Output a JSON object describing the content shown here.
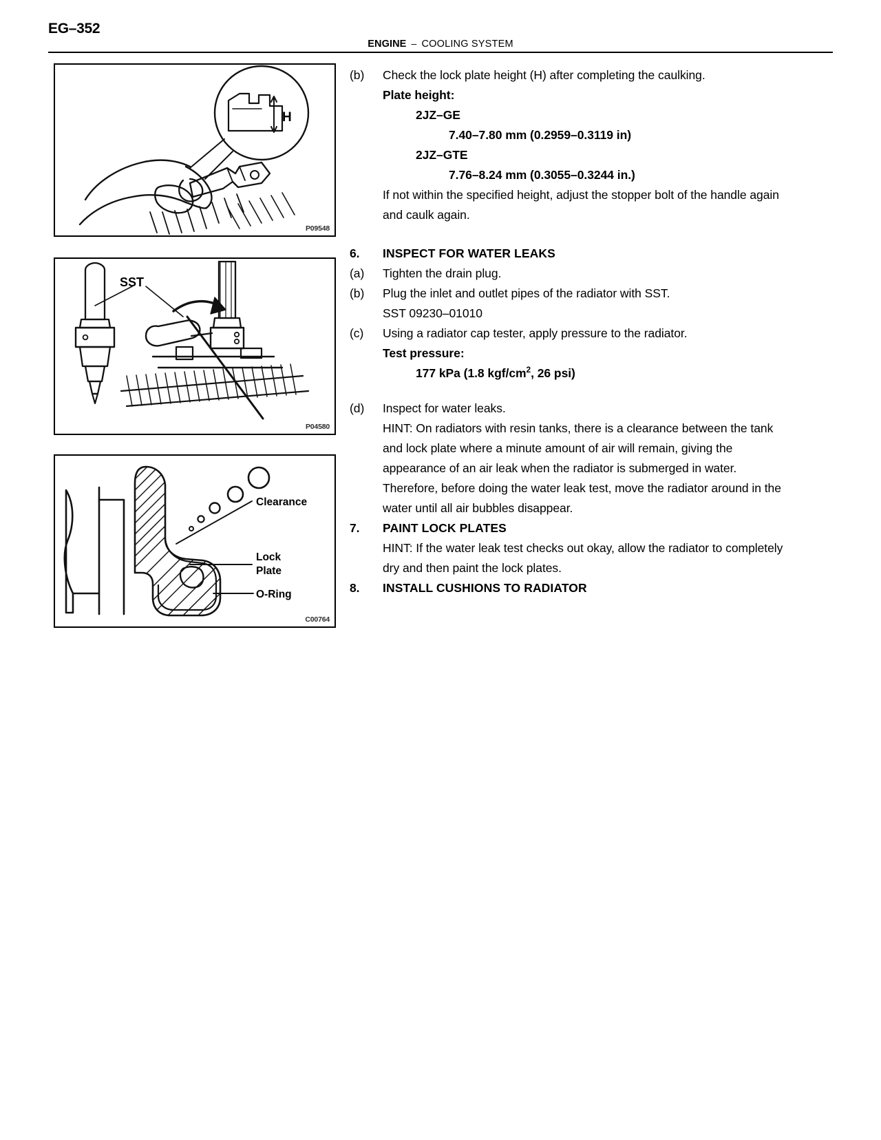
{
  "header": {
    "page_number": "EG–352",
    "section": "ENGINE",
    "dash": "–",
    "subsection": "COOLING SYSTEM"
  },
  "figures": [
    {
      "id": "fig-caulking-height",
      "code": "P09548",
      "labels": [
        {
          "text": "H",
          "name": "height-dimension-label"
        }
      ]
    },
    {
      "id": "fig-sst-plug",
      "code": "P04580",
      "labels": [
        {
          "text": "SST",
          "name": "sst-label"
        }
      ]
    },
    {
      "id": "fig-lock-plate-section",
      "code": "C00764",
      "labels": [
        {
          "text": "Clearance",
          "name": "clearance-label"
        },
        {
          "text": "Lock",
          "name": "lock-label"
        },
        {
          "text": "Plate",
          "name": "plate-label"
        },
        {
          "text": "O-Ring",
          "name": "o-ring-label"
        }
      ]
    }
  ],
  "content": {
    "step_b": {
      "marker": "(b)",
      "text": "Check the lock plate height (H) after completing the caulking.",
      "spec_title": "Plate height:",
      "engine_1": "2JZ–GE",
      "value_1": "7.40–7.80 mm (0.2959–0.3119 in)",
      "engine_2": "2JZ–GTE",
      "value_2": "7.76–8.24 mm (0.3055–0.3244 in.)",
      "followup": "If not within the specified height, adjust the stopper bolt of the handle again and caulk again."
    },
    "step_6": {
      "number": "6.",
      "title": "INSPECT FOR WATER LEAKS",
      "a": {
        "marker": "(a)",
        "text": "Tighten the drain plug."
      },
      "b": {
        "marker": "(b)",
        "text": "Plug the inlet and outlet pipes of the radiator with SST.",
        "sst": "SST 09230–01010"
      },
      "c": {
        "marker": "(c)",
        "text": "Using a radiator cap tester, apply pressure to the radiator.",
        "spec_title": "Test pressure:",
        "value_pre": "177 kPa (1.8 kgf/cm",
        "value_sup": "2",
        "value_post": ", 26 psi)"
      },
      "d": {
        "marker": "(d)",
        "text": "Inspect for water leaks.",
        "hint": "HINT: On radiators with resin tanks, there is a clearance between the tank and lock plate where a minute amount of air will remain, giving the appearance of an air leak when the radiator is submerged in water. Therefore, before doing the water leak test, move the radiator around in the water until all air bubbles disappear."
      }
    },
    "step_7": {
      "number": "7.",
      "title": "PAINT LOCK PLATES",
      "hint": "HINT: If the water leak test checks out okay, allow the radiator to completely dry and then paint the lock plates."
    },
    "step_8": {
      "number": "8.",
      "title": "INSTALL CUSHIONS TO RADIATOR"
    }
  }
}
